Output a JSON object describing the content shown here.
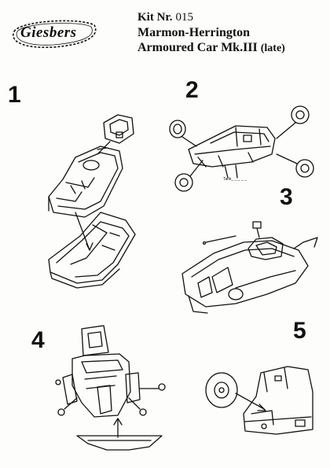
{
  "brand": {
    "logo_text": "Giesbers"
  },
  "header": {
    "kit_label": "Kit Nr.",
    "kit_number": "015",
    "title_line1": "Marmon-Herrington",
    "title_line2": "Armoured Car Mk.III",
    "title_suffix": "(late)"
  },
  "steps": [
    {
      "number": "1"
    },
    {
      "number": "2"
    },
    {
      "number": "3"
    },
    {
      "number": "4"
    },
    {
      "number": "5"
    }
  ],
  "colors": {
    "ink": "#111111",
    "paper": "#fdfdfb"
  },
  "icons": [
    "logo-badge-icon"
  ]
}
